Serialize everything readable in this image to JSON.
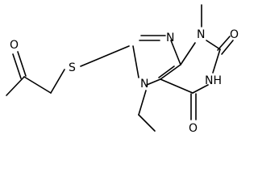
{
  "atoms": {
    "n9": "N",
    "n3": "N",
    "n1": "NH",
    "n7": "N",
    "s": "S",
    "o2": "O",
    "o6": "O",
    "o_ketone": "O"
  },
  "colors": {
    "bond": "#000000",
    "text": "#000000",
    "background": "#ffffff"
  }
}
